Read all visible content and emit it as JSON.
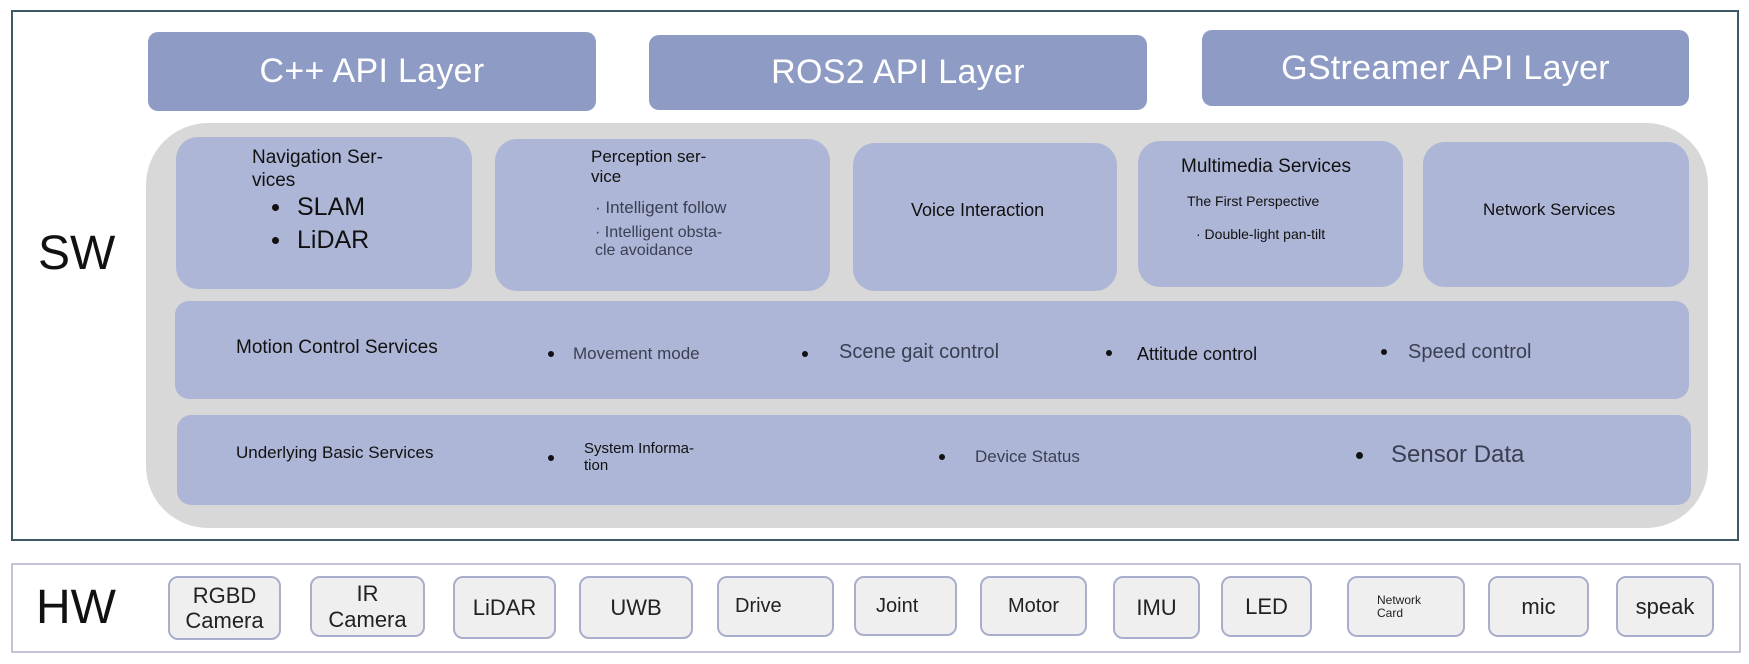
{
  "sw_label": "SW",
  "hw_label": "HW",
  "api_layers": [
    "C++ API Layer",
    "ROS2 API Layer",
    "GStreamer API Layer"
  ],
  "services": {
    "navigation": {
      "title_line1": "Navigation Ser-",
      "title_line2": "vices",
      "items": [
        "SLAM",
        "LiDAR"
      ]
    },
    "perception": {
      "title_line1": "Perception ser-",
      "title_line2": "vice",
      "item1": "· Intelligent follow",
      "item2_line1": "· Intelligent obsta-",
      "item2_line2": "cle avoidance"
    },
    "voice": {
      "title": "Voice Interaction"
    },
    "multimedia": {
      "title": "Multimedia Services",
      "item1": "The First Perspective",
      "item2": "· Double-light pan-tilt"
    },
    "network": {
      "title": "Network Services"
    },
    "motion": {
      "title": "Motion Control Services",
      "items": [
        "Movement mode",
        "Scene gait control",
        "Attitude control",
        "Speed control"
      ]
    },
    "basic": {
      "title": "Underlying Basic Services",
      "item1_line1": "System Informa-",
      "item1_line2": "tion",
      "item2": "Device Status",
      "item3": "Sensor Data"
    }
  },
  "hw_components": [
    {
      "line1": "RGBD",
      "line2": "Camera"
    },
    {
      "line1": "IR",
      "line2": "Camera"
    },
    {
      "line1": "LiDAR"
    },
    {
      "line1": "UWB"
    },
    {
      "line1": "Drive"
    },
    {
      "line1": "Joint"
    },
    {
      "line1": "Motor"
    },
    {
      "line1": "IMU"
    },
    {
      "line1": "LED"
    },
    {
      "line1": "Network",
      "line2": "Card"
    },
    {
      "line1": "mic"
    },
    {
      "line1": "speak"
    }
  ]
}
